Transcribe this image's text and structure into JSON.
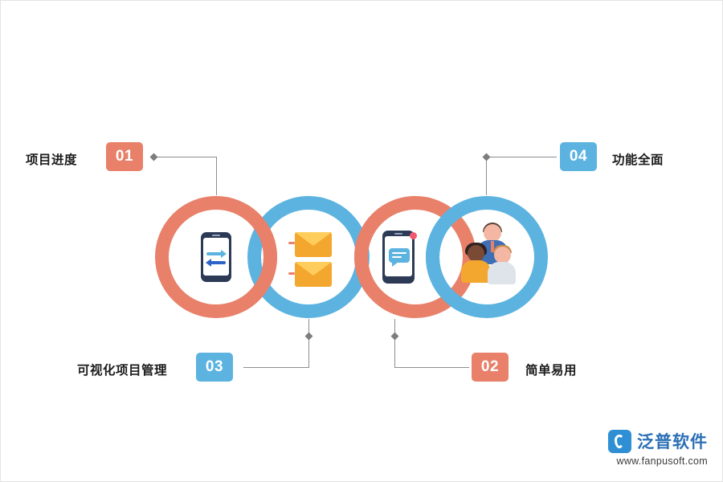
{
  "diagram": {
    "title_visible": false,
    "rings": [
      {
        "index": 1,
        "color": "#e8806a",
        "icon": "phone-transfer-icon"
      },
      {
        "index": 2,
        "color": "#5cb3e0",
        "icon": "envelopes-icon"
      },
      {
        "index": 3,
        "color": "#e8806a",
        "icon": "phone-chat-icon"
      },
      {
        "index": 4,
        "color": "#5cb3e0",
        "icon": "people-group-icon"
      }
    ],
    "items": [
      {
        "number": "01",
        "label": "项目进度",
        "badge_color": "#e8806a",
        "position": "top-left"
      },
      {
        "number": "04",
        "label": "功能全面",
        "badge_color": "#5cb3e0",
        "position": "top-right"
      },
      {
        "number": "03",
        "label": "可视化项目管理",
        "badge_color": "#5cb3e0",
        "position": "bottom-left"
      },
      {
        "number": "02",
        "label": "简单易用",
        "badge_color": "#e8806a",
        "position": "bottom-right"
      }
    ]
  },
  "watermark": {
    "brand": "泛普软件",
    "url": "www.fanpusoft.com",
    "logo_color": "#2f8fd4",
    "brand_color": "#2b6fb5"
  }
}
